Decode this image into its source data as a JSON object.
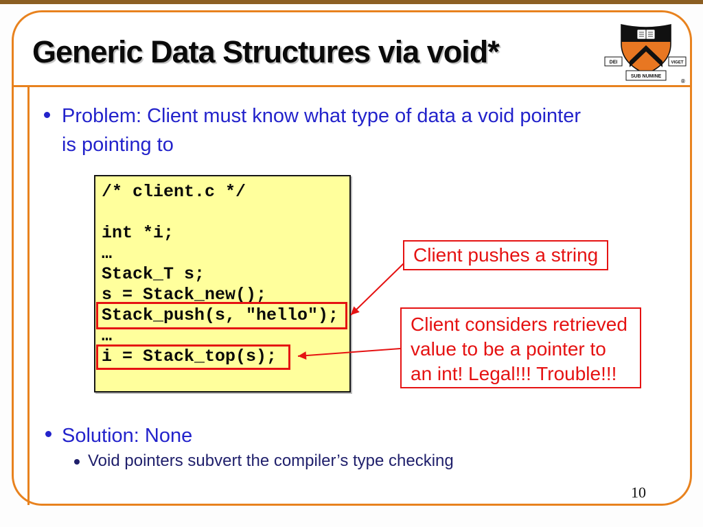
{
  "slide": {
    "title": "Generic Data Structures via void*",
    "page_number": "10"
  },
  "logo": {
    "motto_left": "DEI",
    "motto_center": "SUB NUMINE",
    "motto_right": "VIGET",
    "registered": "®"
  },
  "content": {
    "problem_bullet": "Problem: Client must know what type of data a void pointer\nis pointing to",
    "solution_bullet": "Solution: None",
    "solution_sub_bullet": "Void pointers subvert the compiler’s type checking"
  },
  "code": {
    "lines": [
      "/* client.c */",
      "",
      "int *i;",
      "…",
      "Stack_T s;",
      "s = Stack_new();",
      "Stack_push(s, \"hello\");",
      "…",
      "i = Stack_top(s);"
    ]
  },
  "callouts": {
    "push_label": "Client pushes a string",
    "retrieve_lines": [
      "Client considers retrieved",
      "value to be a pointer to",
      "an int! Legal!!! Trouble!!!"
    ]
  },
  "colors": {
    "accent_orange": "#E8821E",
    "shield_orange": "#E87722",
    "bullet_blue": "#2323CB",
    "sub_bullet_navy": "#1F1F6B",
    "code_bg_yellow": "#FFFF9C",
    "annotation_red": "#E51212"
  }
}
